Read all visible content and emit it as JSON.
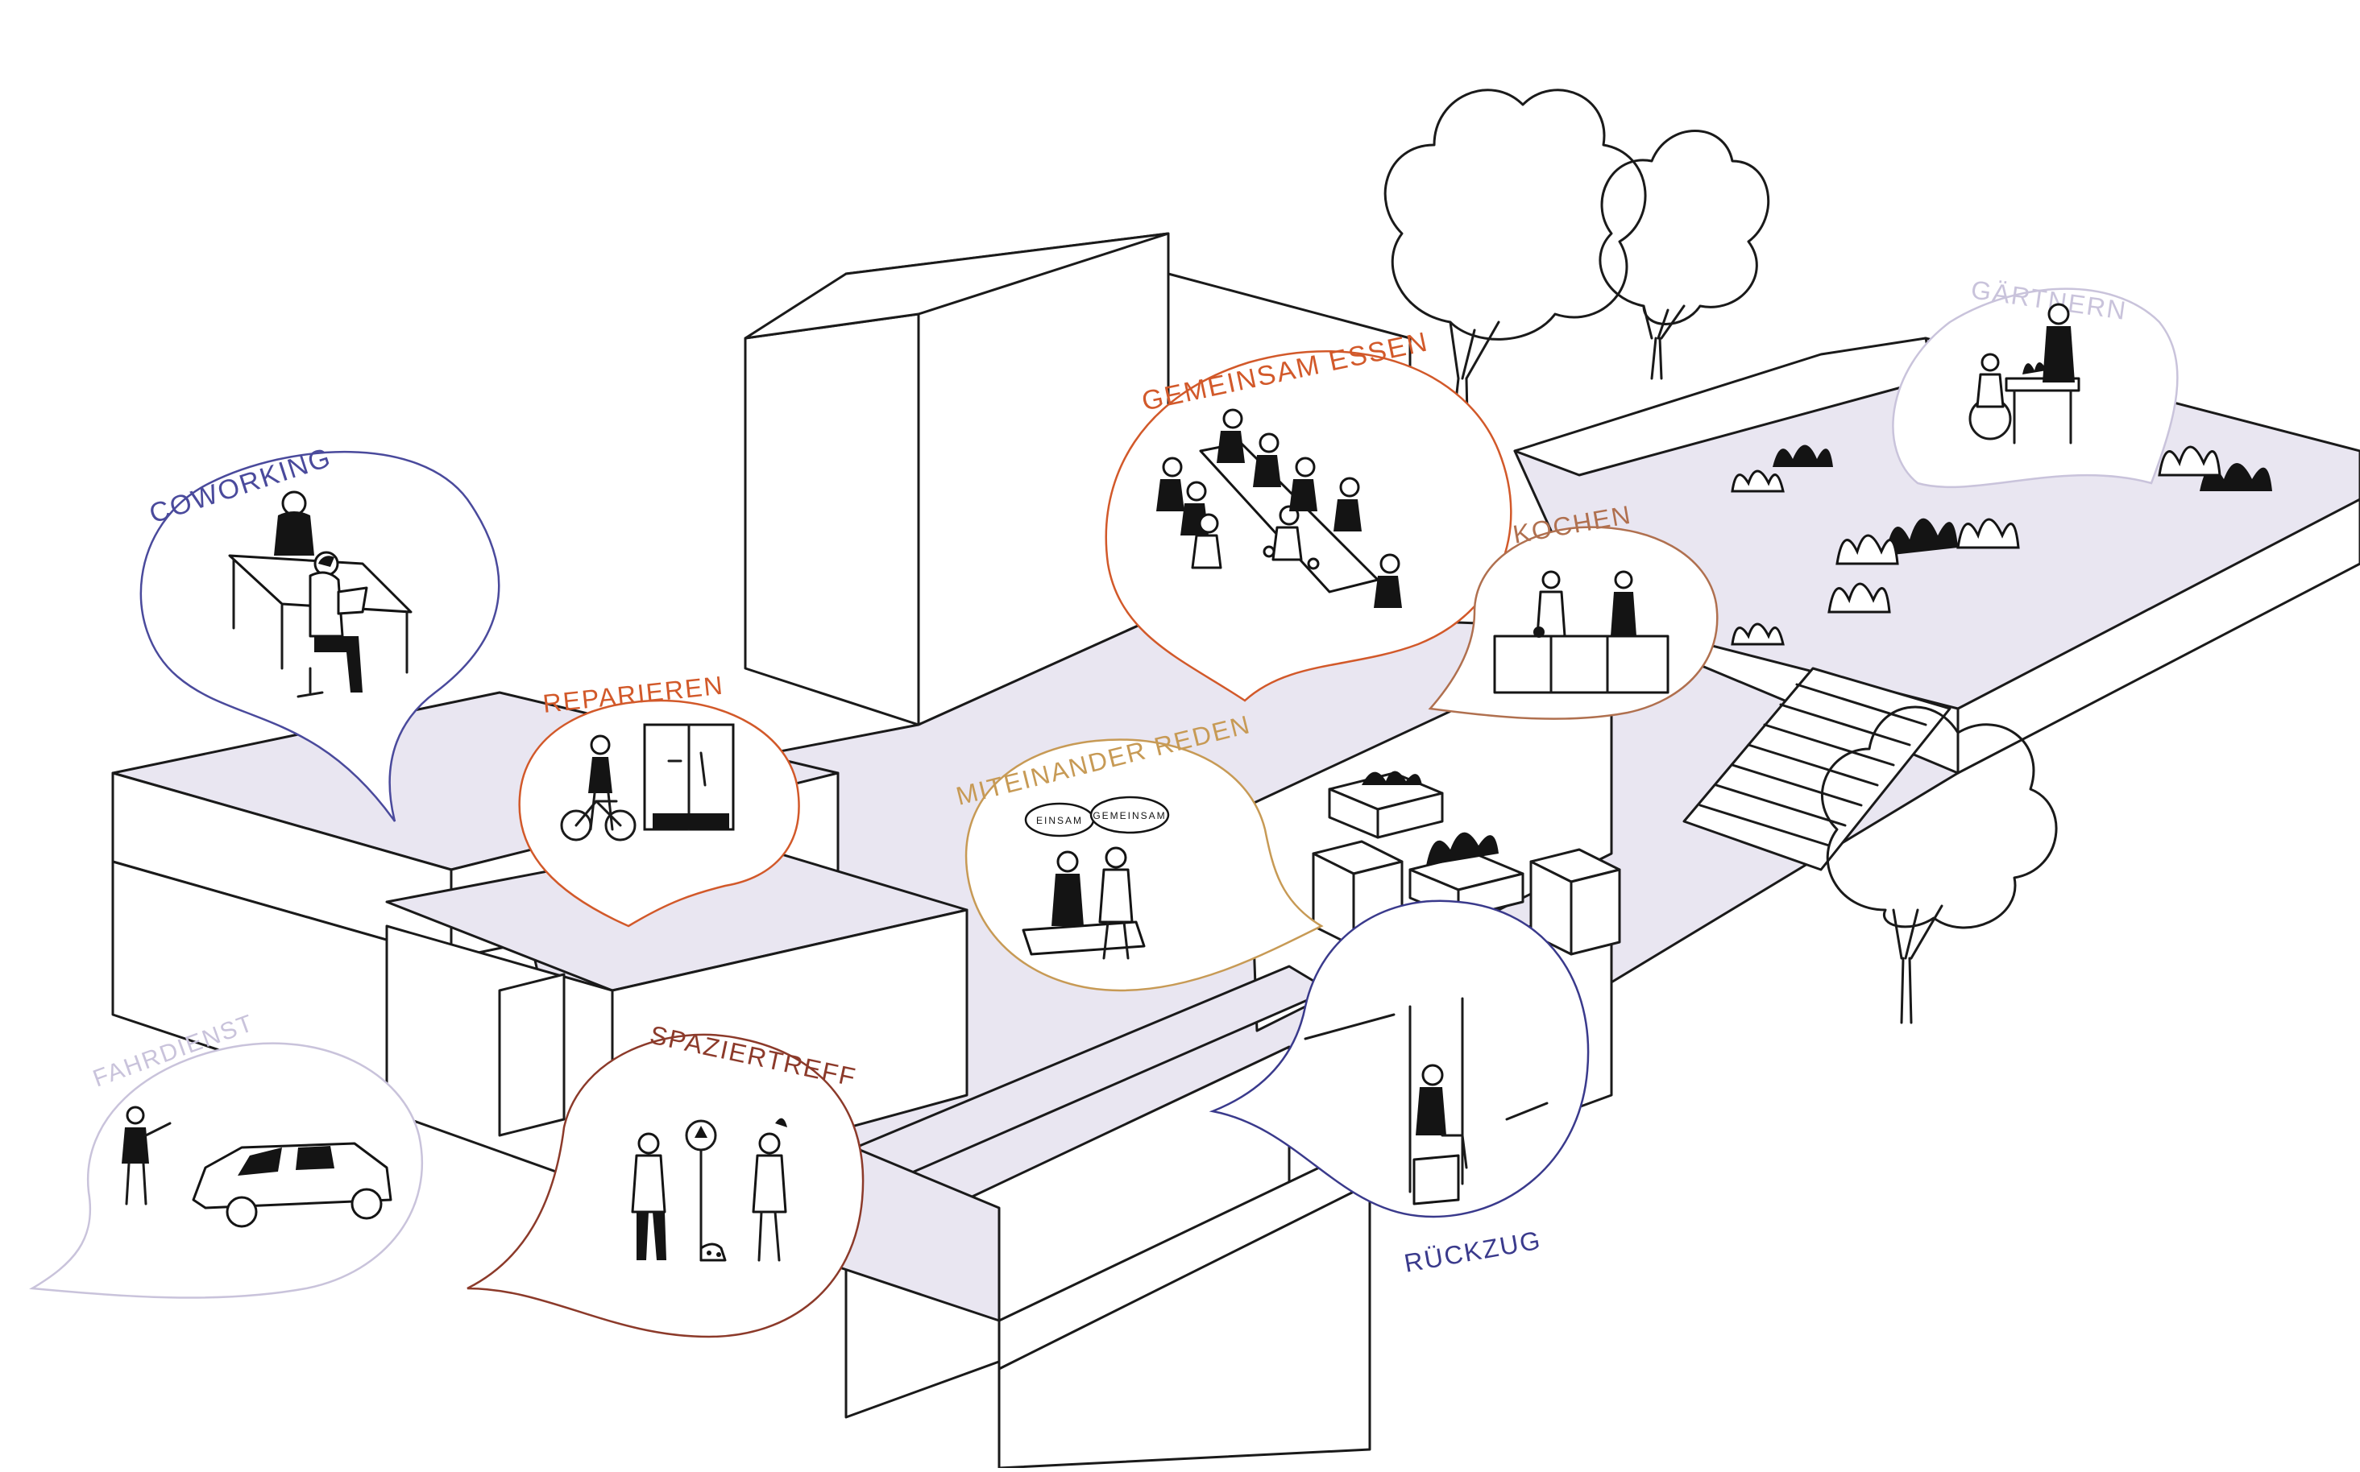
{
  "labels": {
    "coworking": "COWORKING",
    "reparieren": "REPARIEREN",
    "gemeinsam_essen": "GEMEINSAM ESSEN",
    "kochen": "KOCHEN",
    "gaertnern": "GÄRTNERN",
    "miteinander_reden": "MITEINANDER REDEN",
    "fahrdienst": "FAHRDIENST",
    "spaziertreff": "SPAZIERTREFF",
    "rueckzug": "RÜCKZUG"
  },
  "speech": {
    "left": "EINSAM",
    "right": "GEMEINSAM"
  },
  "colors": {
    "coworking": "#4a4a9c",
    "reparieren": "#d2592a",
    "gemeinsam_essen": "#d2592a",
    "kochen": "#b0704f",
    "gaertnern": "#c9c3db",
    "miteinander_reden": "#c79a55",
    "fahrdienst": "#c9c3db",
    "spaziertreff": "#8c3a2a",
    "rueckzug": "#3a3a8c",
    "floor": "#e9e6f1"
  }
}
